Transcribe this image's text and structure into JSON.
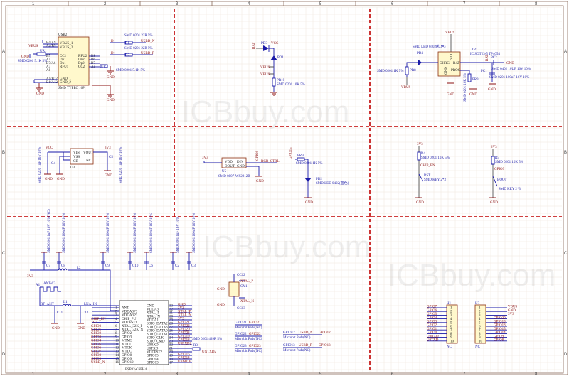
{
  "frame": {
    "columns": [
      "1",
      "2",
      "3",
      "4",
      "5",
      "6",
      "7",
      "8"
    ],
    "rows": [
      "A",
      "B",
      "C",
      "D"
    ]
  },
  "watermark": "ICBbuy.com",
  "colors": {
    "wire": "#1a1aa8",
    "net_label": "#8b1010",
    "divider": "#c00000",
    "component_body": "#fff8cc"
  },
  "usb": {
    "ref": "USB2",
    "part": "SMD TYPEC 16P",
    "left_pins": [
      "B4/A9",
      "A4/B9",
      "B5",
      "A5",
      "B7/A6",
      "A7",
      "A8",
      "A1/B12",
      "B1/A12"
    ],
    "pin_names_left": [
      "VBUS_1",
      "VBUS_2",
      "CC1",
      "Dp1",
      "Dn1",
      "RFU1",
      "GND_1",
      "GND_2"
    ],
    "pin_names_right": [
      "RFU2",
      "Dn2",
      "Dp2",
      "CC2"
    ],
    "right_pins": [
      "B8",
      "B6",
      "B7",
      "A5"
    ],
    "vbus": "VBUS",
    "gnd": "GND",
    "ur1": "UR1",
    "ur1_val": "SMD 0201 5.1K 5%",
    "ur2": "UR2",
    "ur2_val": "SMD 0201 5.1K 5%",
    "r1": "R1",
    "r1_val": "SMD 0201 22R 5%",
    "r2": "R2",
    "r2_val": "SMD 0201 22R 5%",
    "dminus": "D-",
    "dplus": "D+",
    "usbd_n": "USBD_N",
    "usbd_p": "USBD_P"
  },
  "power_select": {
    "bat": "BAT",
    "pd3": "PD3",
    "vcc": "VCC",
    "pd1": "PD1",
    "vbus": "VBUS",
    "pr10": "PR10",
    "pr10_val": "SMD 0201 10K 5%"
  },
  "charger": {
    "vbus": "VBUS",
    "pd4": "PD4",
    "pd4_val": "SMD LED 0402(红色)",
    "pr8": "PR8",
    "pr8_val": "SMD 0201 1K 5%",
    "tp1": "TP1",
    "tp1_val": "IC SOT23-5 TP4054",
    "pins": [
      "CHRG",
      "VCC",
      "BAT",
      "GND",
      "PROG"
    ],
    "pc2": "PC2",
    "pc2_val": "SMD 0402 10UF 16V 10%",
    "pc1": "PC1",
    "pc1_val": "SMD 0201 100nF 16V 10%",
    "pr3": "PR3",
    "pr3_val": "SMD 0201 10K 5%",
    "bat": "BAT",
    "gnd": "GND"
  },
  "ldo": {
    "vcc": "VCC",
    "v33": "3V3",
    "ref": "U3",
    "pins": [
      "VIN",
      "VSS",
      "CE",
      "VOUT",
      "NC"
    ],
    "c4": "C4",
    "c4_val": "SMD 0201 1uF 16V 10%",
    "c5": "C5",
    "c5_val": "SMD 0201 1uF 16V 10%",
    "gnd": "GND"
  },
  "rgb": {
    "v33": "3V3",
    "ref": "U5",
    "part": "SMD 0807-WS2812B",
    "pins": [
      "VDD",
      "DOUT",
      "DIN",
      "GND"
    ],
    "net": "RGB_CTRL",
    "gpio": "GPIO8",
    "gnd": "GND"
  },
  "led": {
    "gpio": "GPIO15",
    "pr9": "PR9",
    "pr9_val": "SMD 0201 1K 5%",
    "pd2": "PD2",
    "pd2_val": "SMD LED 0402(蓝色)",
    "gnd": "GND"
  },
  "rst": {
    "v33": "3V3",
    "r4": "R4",
    "r4_val": "SMD 0201 10K 5%",
    "net": "CHIP_EN",
    "sw": "RST",
    "sw_val": "SMD KEY 2*3",
    "gnd": "GND"
  },
  "boot": {
    "v33": "3V3",
    "r5": "R5",
    "r5_val": "SMD 0201 10K 5%",
    "net": "GPIO9",
    "sw": "BOOT",
    "sw_val": "SMD KEY 2*3",
    "gnd": "GND"
  },
  "decoupling": [
    {
      "ref": "C7",
      "val": "SMD 0201 1uF 16V 10%(NC)"
    },
    {
      "ref": "C8",
      "val": "SMD 0201 100nF 16V 10%"
    },
    {
      "ref": "C9",
      "val": "SMD 0201 100nF 16V 10%"
    },
    {
      "ref": "C10",
      "val": "SMD 0201 100nF 16V 10%"
    },
    {
      "ref": "C6",
      "val": "SMD 0201 100nF 16V 10%"
    },
    {
      "ref": "C2",
      "val": "SMD 0201 1uF 16V 10%"
    },
    {
      "ref": "C3",
      "val": "SMD 0201 100nF 16V 10%"
    }
  ],
  "rf": {
    "ant": "A1",
    "ant_val": "ANT-C3",
    "rf_ant": "RF_ANT",
    "l1": "L1",
    "lna": "LNA_IN",
    "c11": "C11",
    "c12": "C12",
    "l2": "L2",
    "v33": "3V3",
    "gnd": "GND"
  },
  "esp32": {
    "part": "ESP32-C6FH4",
    "left_pins": [
      "ANT",
      "VDDA3P3",
      "VDDA3P3",
      "CHIP_PU",
      "VDDPST1",
      "XTAL_32K_P",
      "XTAL_32K_N",
      "GPIO2",
      "GPIO3",
      "MTMS",
      "MTDI",
      "MTCK",
      "MTDO",
      "GPIO8",
      "GPIO9",
      "GPIO12"
    ],
    "right_pins": [
      "GND",
      "VDDA3",
      "XTAL_P",
      "XTAL_N",
      "VDDA1",
      "SDIO_DATA2",
      "SDIO_DATA3",
      "SDIO_DATA0",
      "SDIO_DATA1",
      "SDIO_CLK",
      "SDIO_CMD",
      "U0RXD",
      "U0TXD",
      "VDDPST2",
      "GPIO15",
      "GPIO14",
      "GPIO13"
    ],
    "right_numbers": [
      "33",
      "32",
      "31",
      "30",
      "29",
      "28",
      "27",
      "26",
      "25",
      "24",
      "23",
      "22",
      "21",
      "20",
      "19",
      "18",
      "17"
    ],
    "left_nets": [
      "",
      "",
      "",
      "CHIP_EN",
      "3V3",
      "GPIO0",
      "GPIO1",
      "GPIO2",
      "GPIO3",
      "GPIO4",
      "GPIO5",
      "GPIO6",
      "GPIO7",
      "GPIO8",
      "GPIO9",
      "USBD_N"
    ],
    "right_nets": [
      "GND",
      "3V3",
      "XTAL_P",
      "XTAL_N",
      "3V3",
      "GPIO21",
      "GPIO22",
      "GPIO20",
      "GPIO23",
      "GPIO19",
      "GPIO18",
      "U0RXD2",
      "",
      "",
      "GPIO15",
      "GPIO14",
      "USBD_P"
    ],
    "r3": "R3",
    "r3_val": "SMD 0201 499R 5%",
    "utx": "UNTXD2"
  },
  "crystal": {
    "cc12": "CC12",
    "cc13": "CC13",
    "cy1": "CY1",
    "xtal_p": "XTAL_P",
    "xtal_n": "XTAL_N",
    "gnd": "GND"
  },
  "pads": [
    {
      "pin": "GPIO21",
      "net": "GPIO21",
      "label": "Microbit Pads(NC)"
    },
    {
      "pin": "GPIO22",
      "net": "GPIO22",
      "label": "Microbit Pads(NC)"
    },
    {
      "pin": "GPIO23",
      "net": "GPIO23",
      "label": "Microbit Pads(NC)"
    },
    {
      "pin": "GPIO12",
      "net": "USBD_N",
      "net2": "GPIO12",
      "label": "Microbit Pads(NC)"
    },
    {
      "pin": "GPIO13",
      "net": "USBD_P",
      "net2": "GPIO13",
      "label": "Microbit Pads(NC)"
    }
  ],
  "header_h1": {
    "ref": "H1",
    "nc": "NC",
    "nets": [
      "GPIO7",
      "GPIO6",
      "GPIO5",
      "GPIO4",
      "GPIO3",
      "GPIO2",
      "GPIO1",
      "GPIO0",
      "U0RXD",
      "U0TXD"
    ]
  },
  "header_h2": {
    "ref": "H2",
    "nc": "NC",
    "nets": [
      "VBUS",
      "GND",
      "3V3",
      "GPIO20",
      "GPIO19",
      "GPIO18",
      "GPIO15",
      "GPIO14",
      "GPIO9",
      "GPIO8"
    ]
  }
}
